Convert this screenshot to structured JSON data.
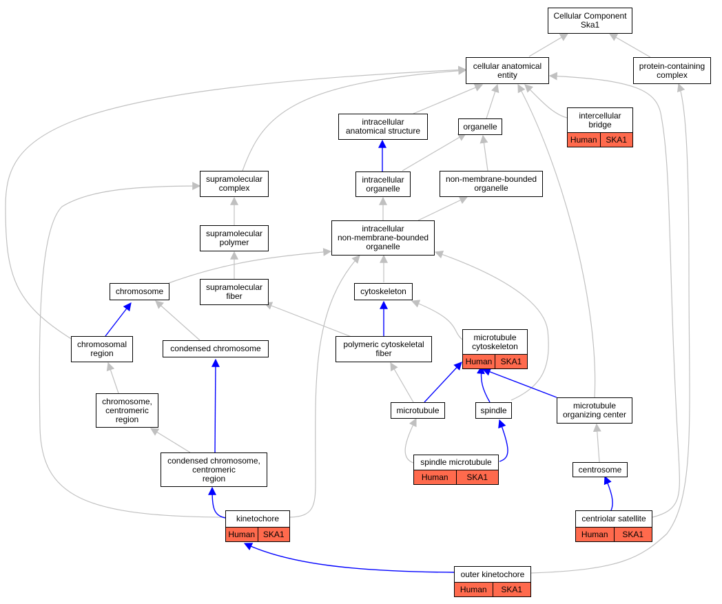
{
  "graph_title": "Cellular Component Ska1",
  "colors": {
    "is_a_edge": "#c0c0c0",
    "part_of_edge": "#0000ff",
    "annotation_cell": "#ff6a4d",
    "border": "#000000"
  },
  "nodes": {
    "root": {
      "label": "Cellular Component\nSka1"
    },
    "cae": {
      "label": "cellular anatomical\nentity"
    },
    "pcc": {
      "label": "protein-containing\ncomplex"
    },
    "ias": {
      "label": "intracellular\nanatomical structure"
    },
    "organelle": {
      "label": "organelle"
    },
    "icb": {
      "label": "intercellular\nbridge",
      "tags": [
        "Human",
        "SKA1"
      ]
    },
    "smc": {
      "label": "supramolecular\ncomplex"
    },
    "io": {
      "label": "intracellular\norganelle"
    },
    "nmbo": {
      "label": "non-membrane-bounded\norganelle"
    },
    "smp": {
      "label": "supramolecular\npolymer"
    },
    "inmbo": {
      "label": "intracellular\nnon-membrane-bounded\norganelle"
    },
    "chromosome": {
      "label": "chromosome"
    },
    "smf": {
      "label": "supramolecular\nfiber"
    },
    "cytoskeleton": {
      "label": "cytoskeleton"
    },
    "chrreg": {
      "label": "chromosomal\nregion"
    },
    "condchr": {
      "label": "condensed chromosome"
    },
    "pcf": {
      "label": "polymeric cytoskeletal\nfiber"
    },
    "mtcyto": {
      "label": "microtubule\ncytoskeleton",
      "tags": [
        "Human",
        "SKA1"
      ]
    },
    "ccr": {
      "label": "chromosome,\ncentromeric\nregion"
    },
    "microtubule": {
      "label": "microtubule"
    },
    "spindle": {
      "label": "spindle"
    },
    "mtoc": {
      "label": "microtubule\norganizing center"
    },
    "cccr": {
      "label": "condensed chromosome,\ncentromeric\nregion"
    },
    "spmt": {
      "label": "spindle microtubule",
      "tags": [
        "Human",
        "SKA1"
      ]
    },
    "centrosome": {
      "label": "centrosome"
    },
    "kinetochore": {
      "label": "kinetochore",
      "tags": [
        "Human",
        "SKA1"
      ]
    },
    "centsat": {
      "label": "centriolar satellite",
      "tags": [
        "Human",
        "SKA1"
      ]
    },
    "outkin": {
      "label": "outer kinetochore",
      "tags": [
        "Human",
        "SKA1"
      ]
    }
  }
}
